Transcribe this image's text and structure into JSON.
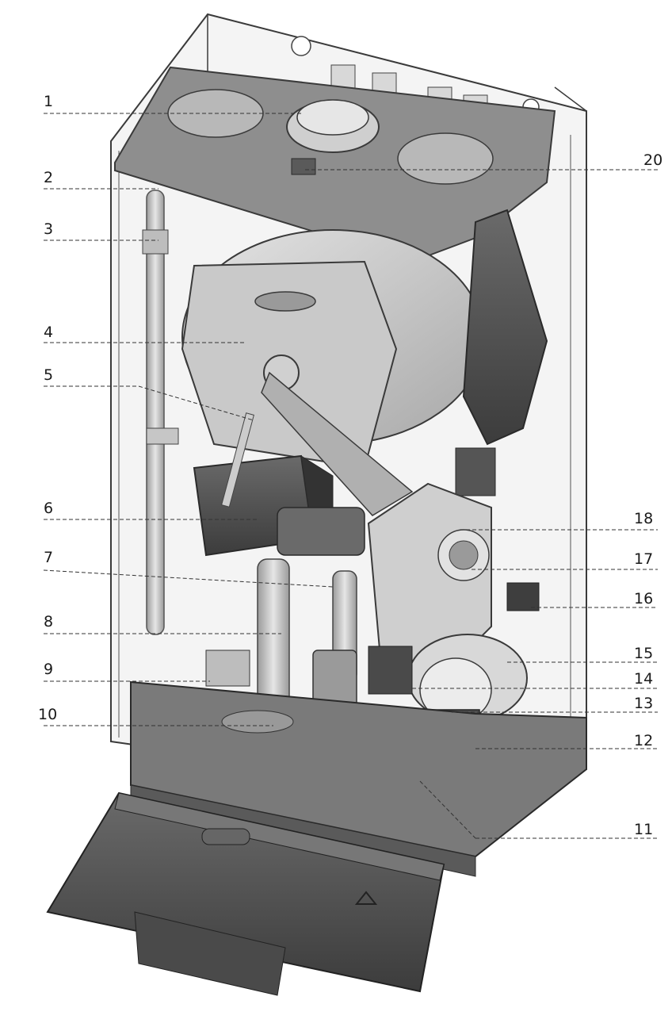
{
  "diagram": {
    "subject": "Boiler internal components exploded view",
    "callouts_left": [
      "1",
      "2",
      "3",
      "4",
      "5",
      "6",
      "7",
      "8",
      "9",
      "10"
    ],
    "callouts_right": [
      "20",
      "18",
      "17",
      "16",
      "15",
      "14",
      "13",
      "12",
      "11"
    ],
    "colors": {
      "casing": "#f2f2f2",
      "casing_edge": "#3a3a3a",
      "component_mid": "#9c9c9c",
      "component_dark": "#4a4a4a",
      "component_light": "#d6d6d6",
      "leader": "#333333"
    }
  }
}
